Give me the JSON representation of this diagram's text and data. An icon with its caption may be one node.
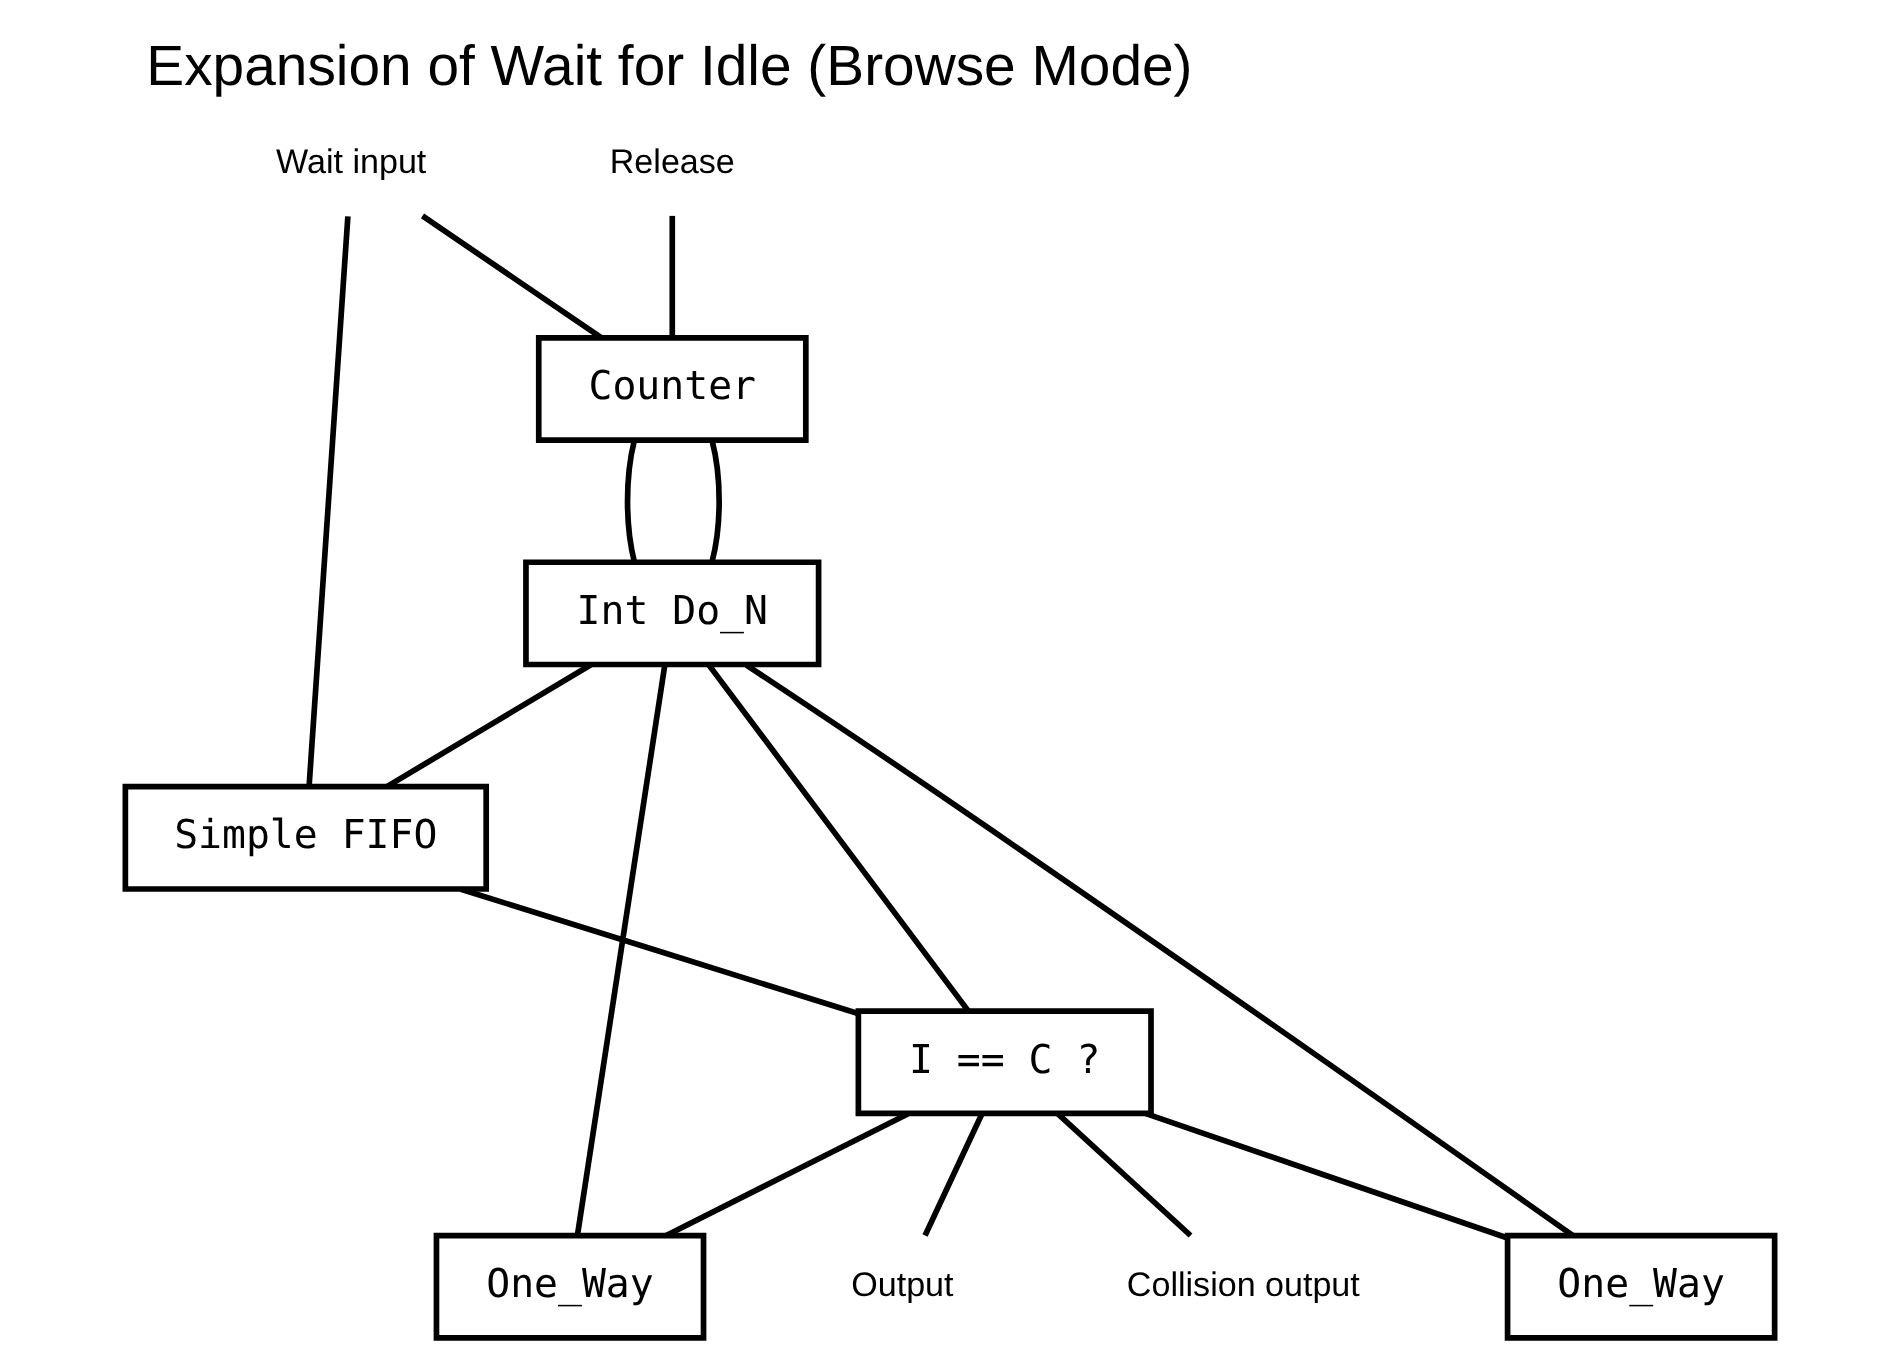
{
  "diagram": {
    "title": "Expansion of Wait for Idle (Browse Mode)",
    "nodes": [
      {
        "text": [
          "Wait input"
        ]
      },
      {
        "text": [
          "Release"
        ]
      },
      {
        "text": [
          "Collision output"
        ]
      },
      {
        "text": [
          "Counter"
        ]
      },
      {
        "text": [
          "Int Do_N"
        ]
      },
      {
        "text": [
          "One_Way"
        ]
      },
      {
        "text": [
          "One_Way"
        ]
      },
      {
        "text": [
          "Simple FIFO"
        ]
      },
      {
        "text": [
          "I == C ?"
        ]
      },
      {
        "text": [
          "Output"
        ]
      }
    ],
    "edges": [
      {
        "from": 0,
        "to": 3,
        "arrow": "none"
      },
      {
        "from": 0,
        "to": 7,
        "arrow": "none"
      },
      {
        "from": 1,
        "to": 3,
        "arrow": "none"
      },
      {
        "from": 3,
        "to": 4,
        "arrow": "none"
      },
      {
        "from": 3,
        "to": 4,
        "arrow": "none"
      },
      {
        "from": 4,
        "to": 7,
        "arrow": "none"
      },
      {
        "from": 4,
        "to": 8,
        "arrow": "none"
      },
      {
        "from": 5,
        "to": 4,
        "arrow": "none"
      },
      {
        "from": 6,
        "to": 4,
        "arrow": "none"
      },
      {
        "from": 7,
        "to": 8,
        "arrow": "none"
      },
      {
        "from": 8,
        "to": 5,
        "arrow": "none"
      },
      {
        "from": 8,
        "to": 2,
        "arrow": "none"
      },
      {
        "from": 8,
        "to": 6,
        "arrow": "none"
      },
      {
        "from": 8,
        "to": 9,
        "arrow": "none"
      }
    ]
  }
}
